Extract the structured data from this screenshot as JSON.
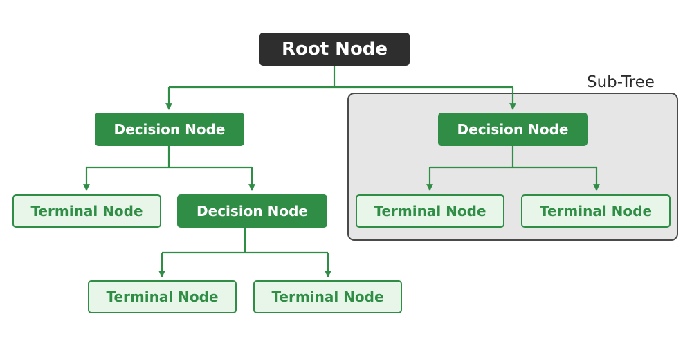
{
  "diagram": {
    "subtree_label": "Sub-Tree",
    "colors": {
      "green": "#2f8d46",
      "terminal_fill": "#e8f6e9",
      "root_fill": "#2e2e2e",
      "subtree_fill": "#e6e6e6",
      "subtree_border": "#4a4a4a"
    },
    "nodes": {
      "root": "Root Node",
      "decision_left": "Decision Node",
      "decision_right": "Decision Node",
      "decision_mid": "Decision Node",
      "terminal_left": "Terminal Node",
      "terminal_right_1": "Terminal Node",
      "terminal_right_2": "Terminal Node",
      "terminal_bottom_1": "Terminal Node",
      "terminal_bottom_2": "Terminal Node"
    }
  }
}
